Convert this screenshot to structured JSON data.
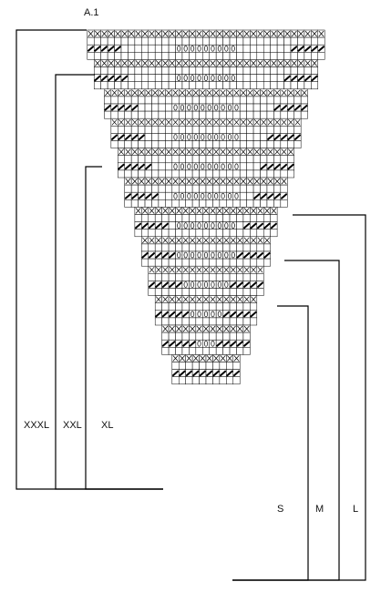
{
  "chart_title": "A.1",
  "size_labels": {
    "left": [
      "XXXL",
      "XXL",
      "XL"
    ],
    "right": [
      "S",
      "M",
      "L"
    ]
  },
  "colors": {
    "line": "#000000",
    "background": "#ffffff"
  },
  "symbols": {
    "cross": "x-in-square stitch symbol",
    "slash": "diagonal bar stitch symbol",
    "oval": "oval yarn-over stitch symbol"
  }
}
